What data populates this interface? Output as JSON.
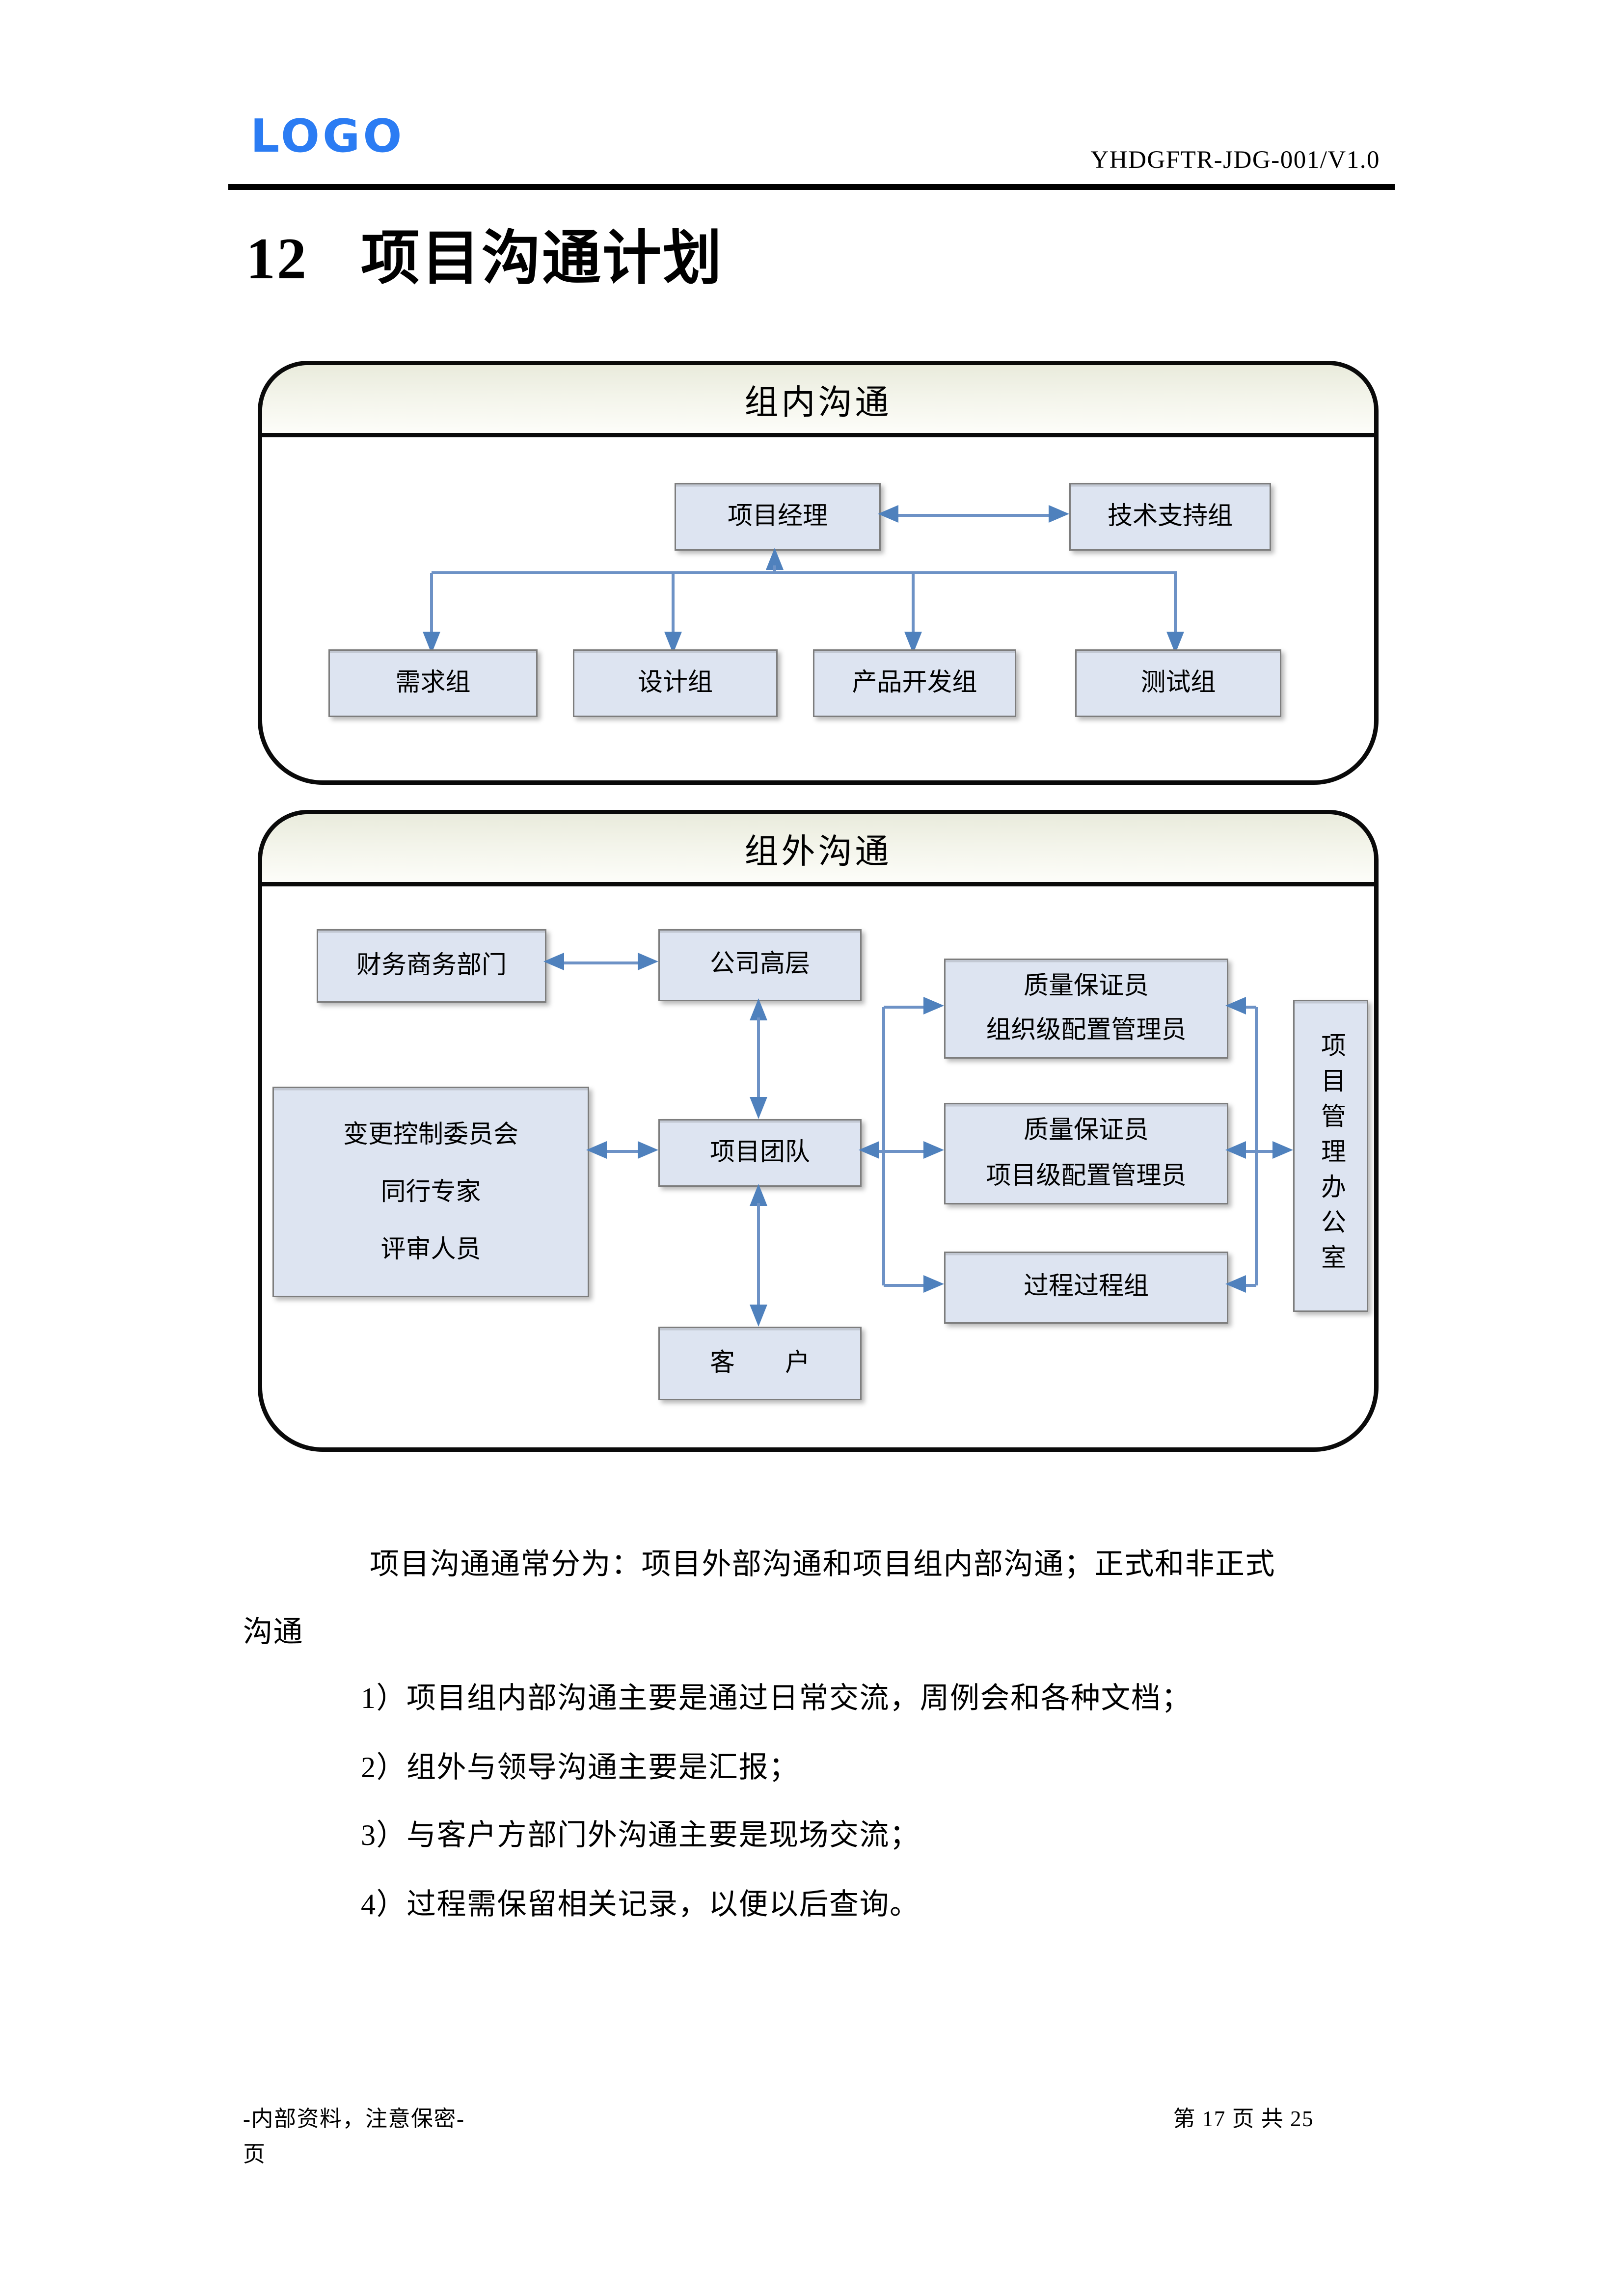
{
  "header": {
    "logo_text": "LOGO",
    "doc_code": "YHDGFTR-JDG-001/V1.0"
  },
  "title": {
    "number": "12",
    "text": "项目沟通计划"
  },
  "diagram_internal": {
    "title": "组内沟通",
    "boxes": {
      "manager": "项目经理",
      "support": "技术支持组",
      "requirements": "需求组",
      "design": "设计组",
      "product_dev": "产品开发组",
      "testing": "测试组"
    }
  },
  "diagram_external": {
    "title": "组外沟通",
    "boxes": {
      "finance": "财务商务部门",
      "executives": "公司高层",
      "qa_org_line1": "质量保证员",
      "qa_org_line2": "组织级配置管理员",
      "ccb_line1": "变更控制委员会",
      "ccb_line2": "同行专家",
      "ccb_line3": "评审人员",
      "team": "项目团队",
      "qa_proj_line1": "质量保证员",
      "qa_proj_line2": "项目级配置管理员",
      "process": "过程过程组",
      "customer": "客　　户",
      "pmo": "项目管理办公室"
    }
  },
  "body": {
    "para_line1": "项目沟通通常分为：项目外部沟通和项目组内部沟通；正式和非正式",
    "para_line2": "沟通",
    "list": [
      "1）项目组内部沟通主要是通过日常交流，周例会和各种文档；",
      "2）组外与领导沟通主要是汇报；",
      "3）与客户方部门外沟通主要是现场交流；",
      "4）过程需保留相关记录，以便以后查询。"
    ]
  },
  "footer": {
    "left_line1": "-内部资料，注意保密-",
    "left_line2": "页",
    "page_label": "第 17 页 共 25",
    "page_number": "17",
    "page_total": "25"
  },
  "colors": {
    "logo_blue": "#2b7cf3",
    "box_fill": "#dde4f1",
    "box_border": "#7d7d7d",
    "arrow_head_blue": "#4f81bd",
    "arrow_line_blue": "#6d92c6",
    "band_tint": "#e9ebdc",
    "rule_black": "#000000"
  }
}
